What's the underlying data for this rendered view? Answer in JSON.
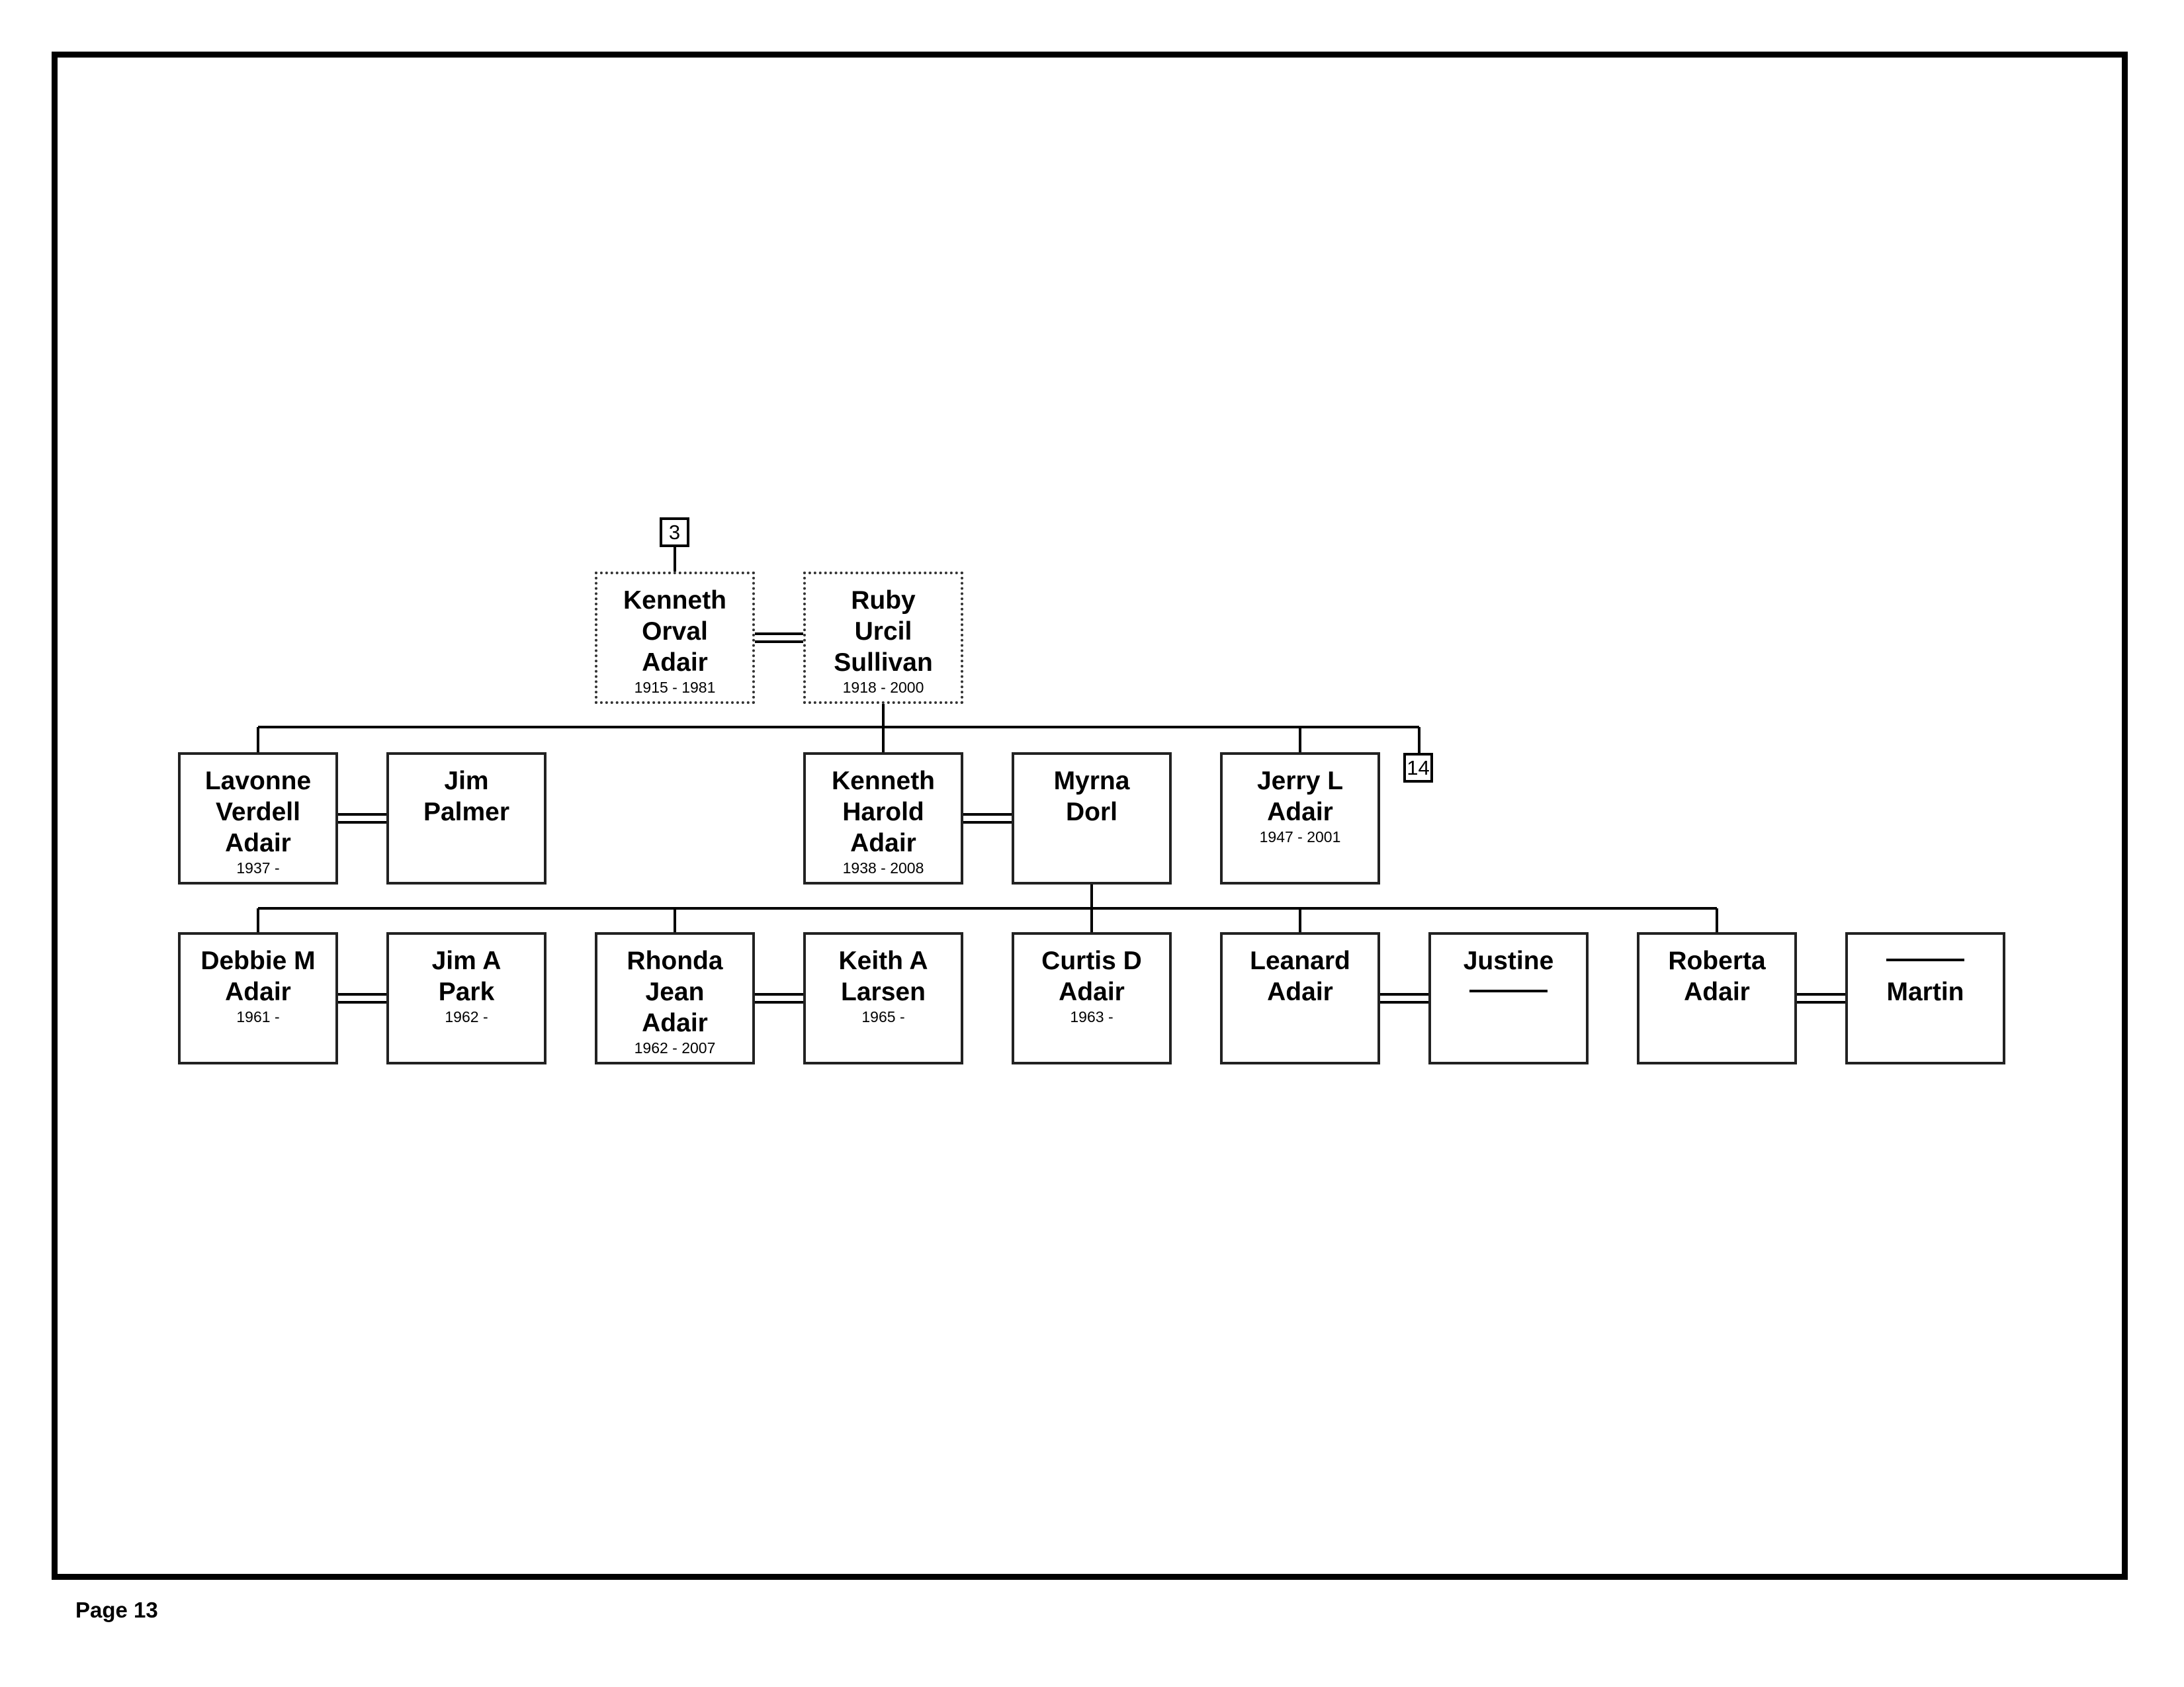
{
  "footer": {
    "page": "Page 13"
  },
  "refs": {
    "top": "3",
    "right": "14"
  },
  "people": {
    "kenneth_orval": {
      "n1": "Kenneth",
      "n2": "Orval",
      "n3": "Adair",
      "years": "1915 - 1981"
    },
    "ruby": {
      "n1": "Ruby",
      "n2": "Urcil",
      "n3": "Sullivan",
      "years": "1918 - 2000"
    },
    "lavonne": {
      "n1": "Lavonne",
      "n2": "Verdell",
      "n3": "Adair",
      "years": "1937 -"
    },
    "jim_palmer": {
      "n1": "Jim",
      "n2": "Palmer"
    },
    "kenneth_harold": {
      "n1": "Kenneth",
      "n2": "Harold",
      "n3": "Adair",
      "years": "1938 - 2008"
    },
    "myrna": {
      "n1": "Myrna",
      "n2": "Dorl"
    },
    "jerry": {
      "n1": "Jerry L",
      "n2": "Adair",
      "years": "1947 - 2001"
    },
    "debbie": {
      "n1": "Debbie M",
      "n2": "Adair",
      "years": "1961 -"
    },
    "jim_park": {
      "n1": "Jim A",
      "n2": "Park",
      "years": "1962 -"
    },
    "rhonda": {
      "n1": "Rhonda",
      "n2": "Jean",
      "n3": "Adair",
      "years": "1962 - 2007"
    },
    "keith": {
      "n1": "Keith A",
      "n2": "Larsen",
      "years": "1965 -"
    },
    "curtis": {
      "n1": "Curtis D",
      "n2": "Adair",
      "years": "1963 -"
    },
    "leanard": {
      "n1": "Leanard",
      "n2": "Adair"
    },
    "justine": {
      "n1": "Justine"
    },
    "roberta": {
      "n1": "Roberta",
      "n2": "Adair"
    },
    "martin": {
      "n2": "Martin"
    }
  }
}
